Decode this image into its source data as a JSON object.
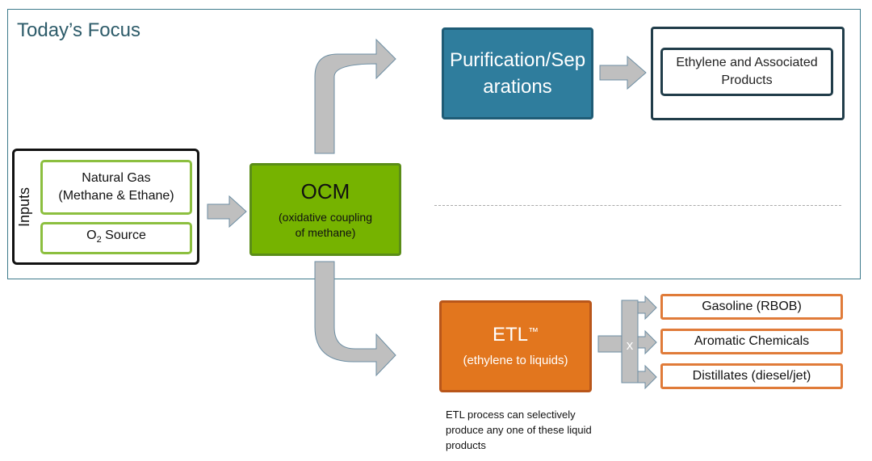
{
  "focus": {
    "title": "Today’s Focus"
  },
  "inputs": {
    "label": "Inputs",
    "natural_gas": {
      "line1": "Natural Gas",
      "line2": "(Methane & Ethane)"
    },
    "o2": {
      "prefix": "O",
      "subscript": "2",
      "suffix": " Source"
    }
  },
  "ocm": {
    "title": "OCM",
    "subtitle_line1": "(oxidative coupling",
    "subtitle_line2": "of methane)"
  },
  "purification": {
    "label": "Purification/Separations"
  },
  "ethylene": {
    "label": "Ethylene and Associated Products"
  },
  "etl": {
    "title": "ETL",
    "trademark": "™",
    "subtitle": "(ethylene to liquids)"
  },
  "splitter": {
    "mark": "x"
  },
  "products": [
    {
      "label": "Gasoline (RBOB)"
    },
    {
      "label": "Aromatic Chemicals"
    },
    {
      "label": "Distillates (diesel/jet)"
    }
  ],
  "etl_note": "ETL process can selectively produce any one of these liquid products",
  "colors": {
    "frame": "#3e7b8c",
    "input_green": "#8cbf3f",
    "ocm_green": "#76b300",
    "purification_blue": "#2f7d9d",
    "etl_orange": "#e2761e",
    "product_orange": "#e07b39",
    "arrow_gray": "#bfbfbf",
    "arrow_outline": "#6d8ea3"
  }
}
